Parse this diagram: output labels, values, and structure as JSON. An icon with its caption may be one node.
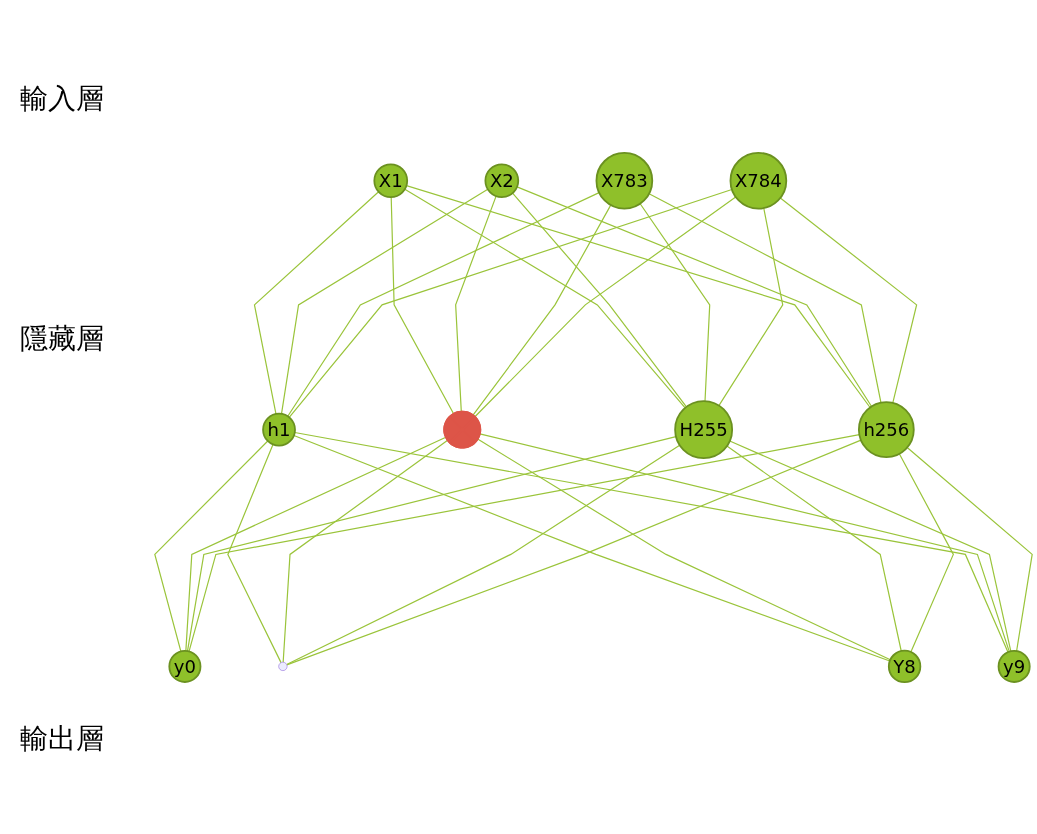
{
  "diagram": {
    "nodes": [
      {
        "text": [
          "X1"
        ]
      },
      {
        "text": [
          "X2"
        ]
      },
      {
        "text": [
          "X783"
        ]
      },
      {
        "text": [
          "X784"
        ]
      },
      {
        "text": [
          "h1"
        ]
      },
      {
        "text": [],
        "shape": "cross"
      },
      {
        "text": [
          "H255"
        ]
      },
      {
        "text": [
          "h256"
        ]
      },
      {
        "text": [
          "y0"
        ]
      },
      {
        "text": [],
        "shape": "point"
      },
      {
        "text": [
          "Y8"
        ]
      },
      {
        "text": [
          "y9"
        ]
      }
    ],
    "edges": [
      {
        "from": 0,
        "to": 4,
        "arrow": "none"
      },
      {
        "from": 0,
        "to": 5,
        "arrow": "none"
      },
      {
        "from": 0,
        "to": 6,
        "arrow": "none"
      },
      {
        "from": 0,
        "to": 7,
        "arrow": "none"
      },
      {
        "from": 1,
        "to": 4,
        "arrow": "none"
      },
      {
        "from": 1,
        "to": 5,
        "arrow": "none"
      },
      {
        "from": 1,
        "to": 6,
        "arrow": "none"
      },
      {
        "from": 1,
        "to": 7,
        "arrow": "none"
      },
      {
        "from": 2,
        "to": 4,
        "arrow": "none"
      },
      {
        "from": 2,
        "to": 5,
        "arrow": "none"
      },
      {
        "from": 2,
        "to": 6,
        "arrow": "none"
      },
      {
        "from": 2,
        "to": 7,
        "arrow": "none"
      },
      {
        "from": 3,
        "to": 4,
        "arrow": "none"
      },
      {
        "from": 3,
        "to": 5,
        "arrow": "none"
      },
      {
        "from": 3,
        "to": 6,
        "arrow": "none"
      },
      {
        "from": 3,
        "to": 7,
        "arrow": "none"
      },
      {
        "from": 4,
        "to": 8,
        "arrow": "none"
      },
      {
        "from": 4,
        "to": 9,
        "arrow": "none"
      },
      {
        "from": 4,
        "to": 10,
        "arrow": "none"
      },
      {
        "from": 4,
        "to": 11,
        "arrow": "none"
      },
      {
        "from": 5,
        "to": 8,
        "arrow": "none"
      },
      {
        "from": 5,
        "to": 9,
        "arrow": "none"
      },
      {
        "from": 5,
        "to": 10,
        "arrow": "none"
      },
      {
        "from": 5,
        "to": 11,
        "arrow": "none"
      },
      {
        "from": 6,
        "to": 8,
        "arrow": "none"
      },
      {
        "from": 6,
        "to": 9,
        "arrow": "none"
      },
      {
        "from": 6,
        "to": 10,
        "arrow": "none"
      },
      {
        "from": 6,
        "to": 11,
        "arrow": "none"
      },
      {
        "from": 7,
        "to": 8,
        "arrow": "none"
      },
      {
        "from": 7,
        "to": 9,
        "arrow": "none"
      },
      {
        "from": 7,
        "to": 10,
        "arrow": "none"
      },
      {
        "from": 7,
        "to": 11,
        "arrow": "none"
      }
    ],
    "labels": [
      "輸入層",
      "隱藏層",
      "輸出層"
    ]
  }
}
